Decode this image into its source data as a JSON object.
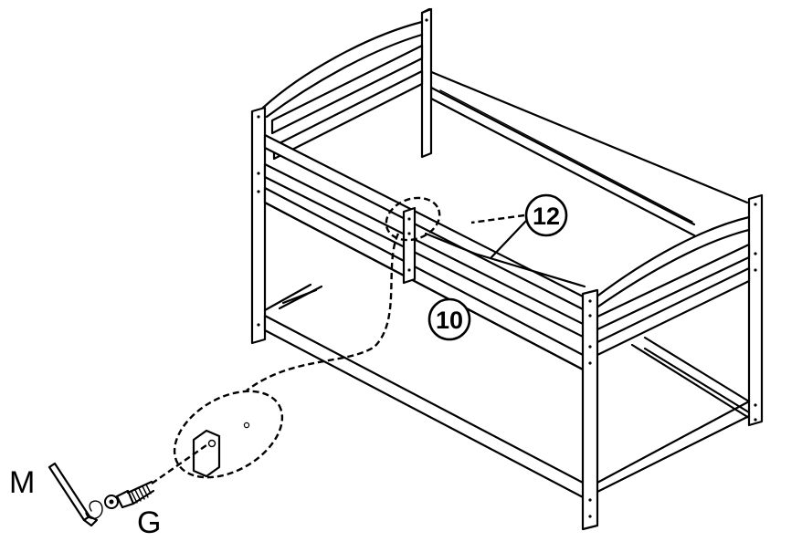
{
  "callouts": {
    "part_12": "12",
    "part_10": "10"
  },
  "hardware": {
    "wrench_label": "M",
    "bolt_label": "G"
  }
}
